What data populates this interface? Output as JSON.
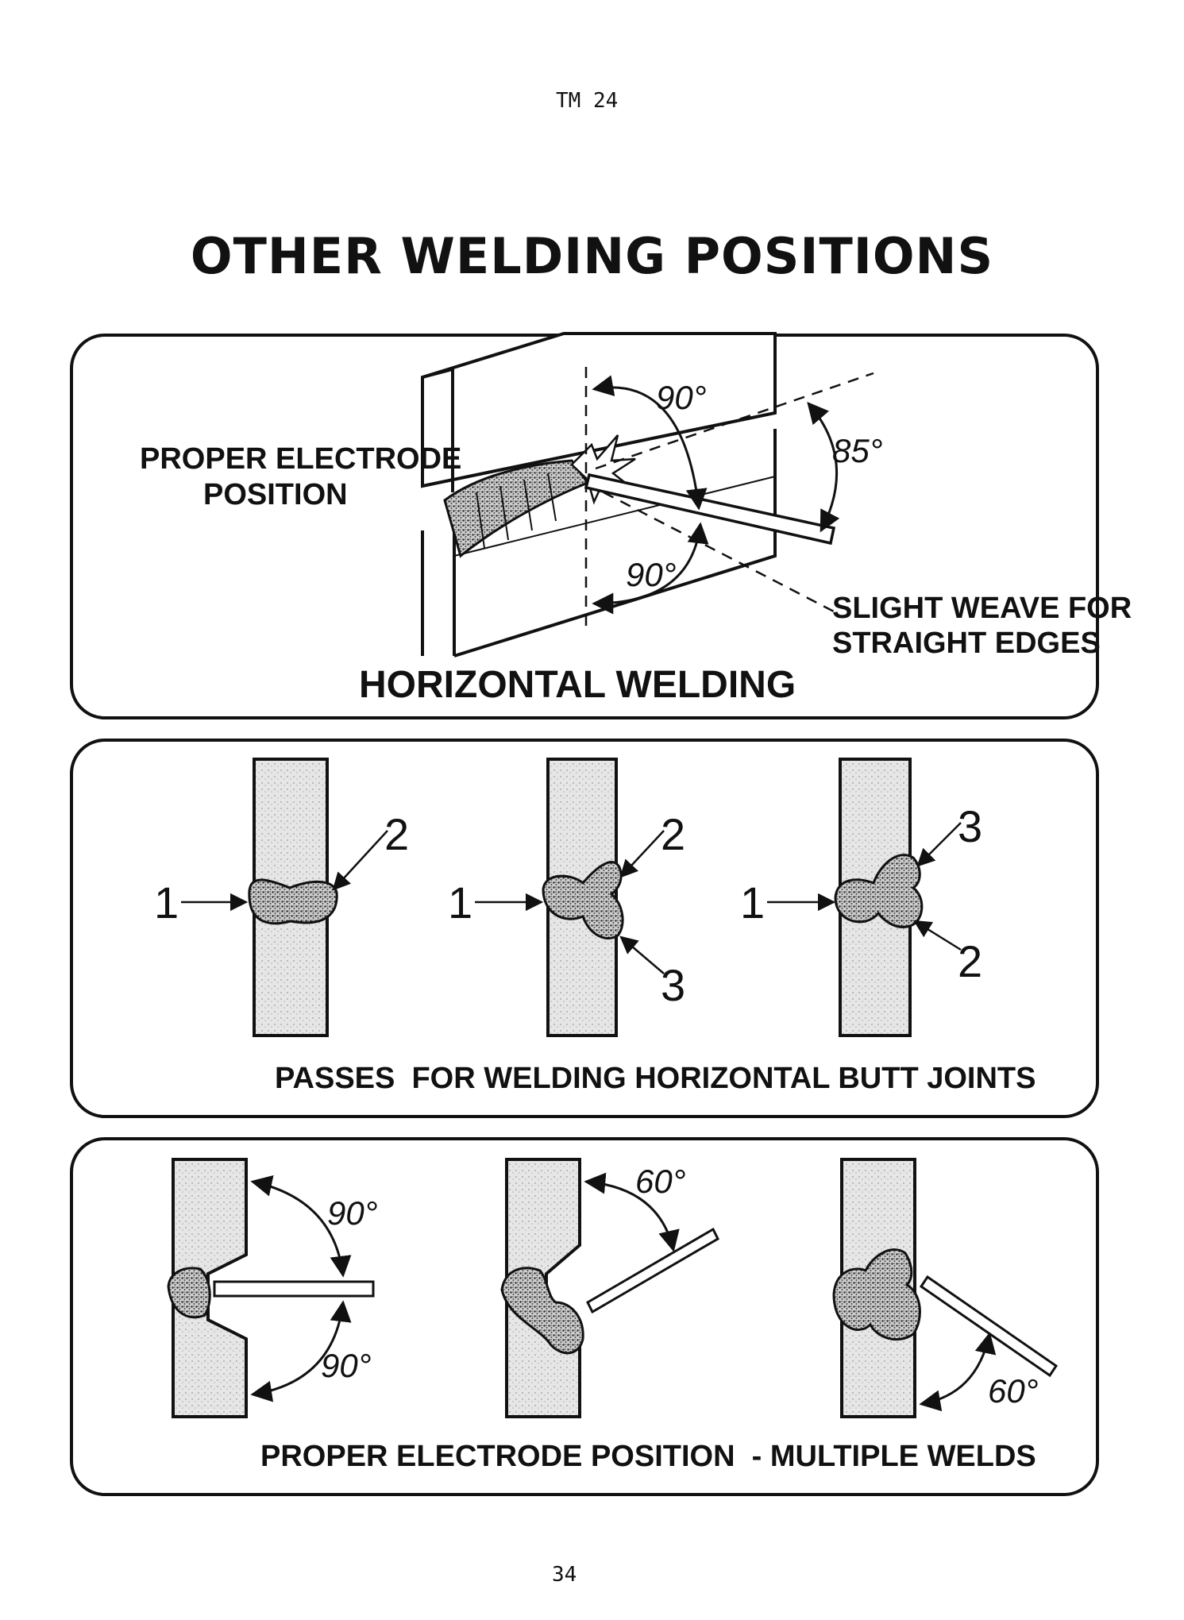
{
  "header": "TM 24",
  "title": "OTHER WELDING POSITIONS",
  "page_number": "34",
  "panel1": {
    "caption": "HORIZONTAL WELDING",
    "left_label_line1": "PROPER ELECTRODE",
    "left_label_line2": "POSITION",
    "angle_top": "90°",
    "angle_right": "85°",
    "angle_bottom": "90°",
    "note_line1": "SLIGHT WEAVE FOR",
    "note_line2": "STRAIGHT EDGES"
  },
  "panel2": {
    "caption": "PASSES  FOR WELDING HORIZONTAL BUTT JOINTS",
    "fig1": {
      "left": "1",
      "upper": "2"
    },
    "fig2": {
      "left": "1",
      "upper": "2",
      "lower": "3"
    },
    "fig3": {
      "left": "1",
      "upper": "3",
      "lower": "2"
    }
  },
  "panel3": {
    "caption": "PROPER ELECTRODE POSITION  - MULTIPLE WELDS",
    "fig1": {
      "angle_top": "90°",
      "angle_bottom": "90°"
    },
    "fig2": {
      "angle": "60°"
    },
    "fig3": {
      "angle": "60°"
    }
  }
}
